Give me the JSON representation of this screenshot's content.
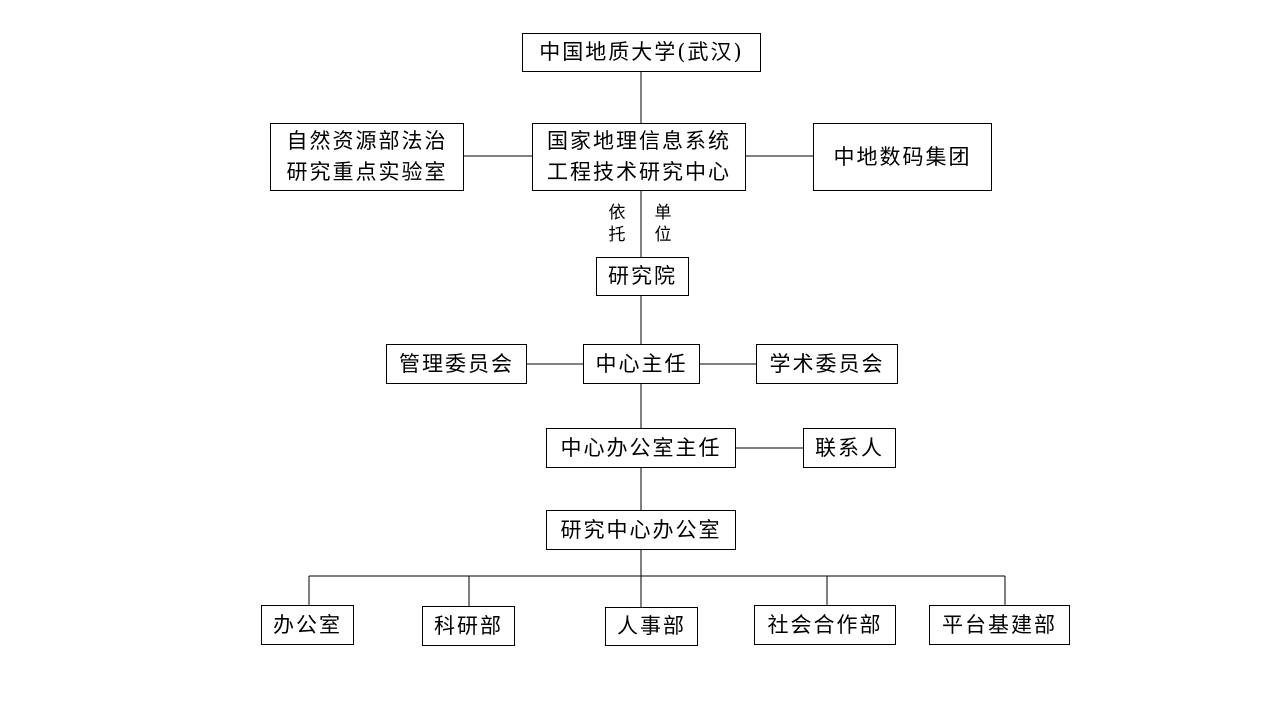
{
  "university": "中国地质大学(武汉)",
  "center": "国家地理信息系统\n工程技术研究中心",
  "left_lab": "自然资源部法治\n研究重点实验室",
  "right_group": "中地数码集团",
  "support_left": "依\n托",
  "support_right": "单\n位",
  "institute": "研究院",
  "management_committee": "管理委员会",
  "center_director": "中心主任",
  "academic_committee": "学术委员会",
  "office_director": "中心办公室主任",
  "contact_person": "联系人",
  "research_center_office": "研究中心办公室",
  "departments": [
    "办公室",
    "科研部",
    "人事部",
    "社会合作部",
    "平台基建部"
  ]
}
